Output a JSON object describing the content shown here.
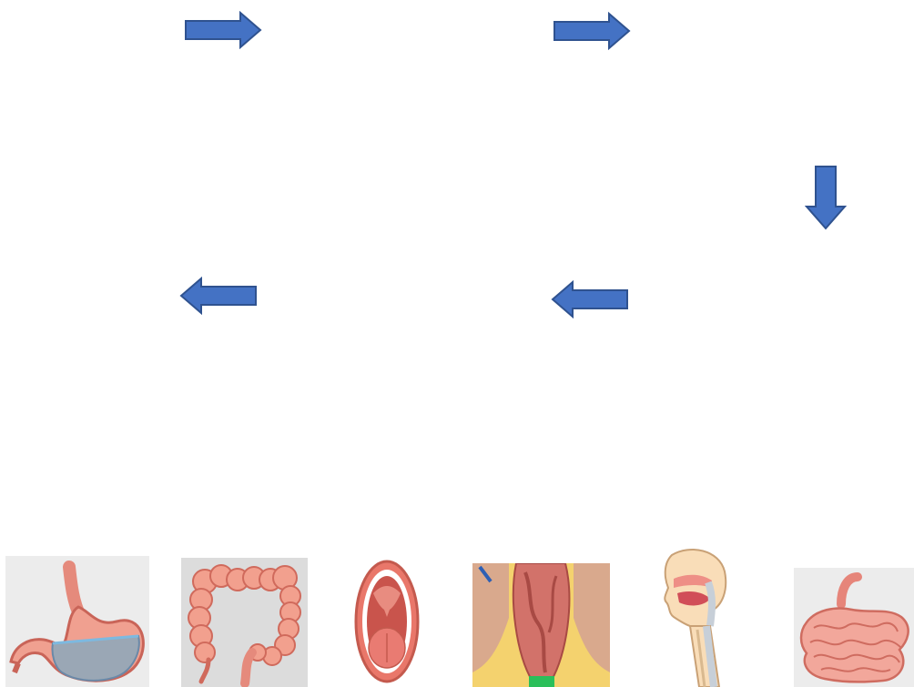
{
  "colors": {
    "arrow_fill": "#4472c4",
    "arrow_stroke": "#2f528f",
    "card_bg": "#ececec",
    "tissue": "#f0a090",
    "tissue_dark": "#d2685a"
  },
  "arrows": [
    {
      "direction": "right"
    },
    {
      "direction": "right"
    },
    {
      "direction": "down"
    },
    {
      "direction": "left"
    },
    {
      "direction": "left"
    }
  ],
  "picture_cards": [
    {
      "icon": "stomach-icon"
    },
    {
      "icon": "large-intestine-icon"
    },
    {
      "icon": "mouth-icon"
    },
    {
      "icon": "rectum-icon"
    },
    {
      "icon": "pharynx-esophagus-icon"
    },
    {
      "icon": "small-intestine-icon"
    }
  ]
}
